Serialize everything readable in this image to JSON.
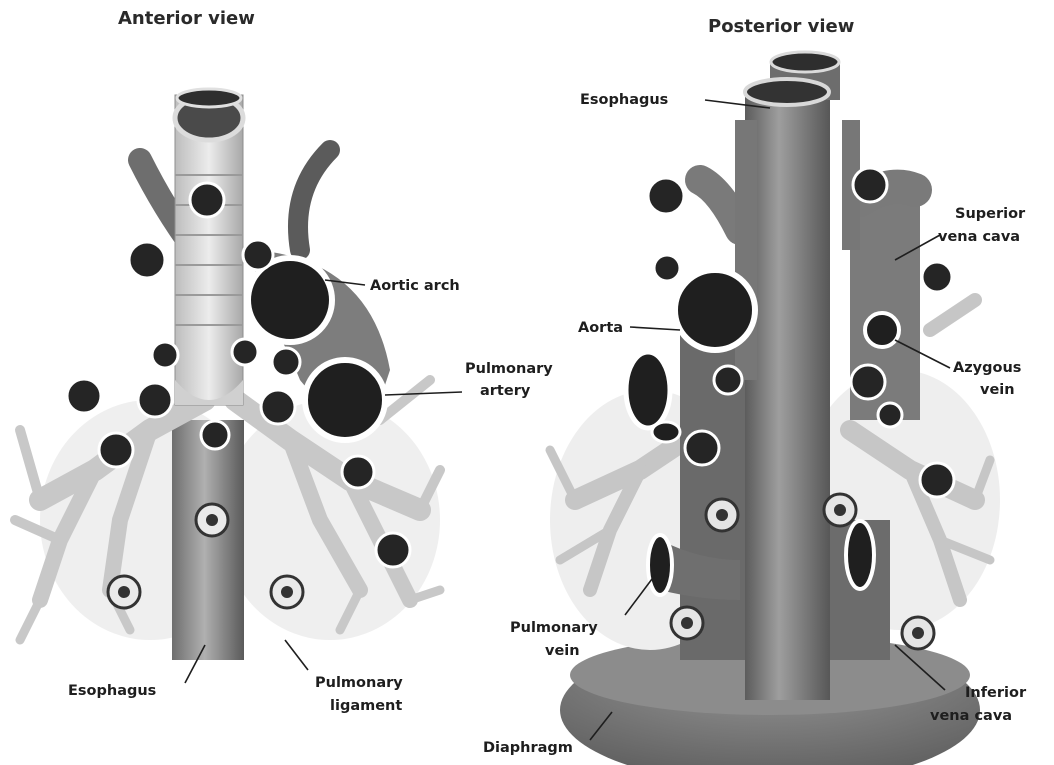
{
  "titles": {
    "anterior": "Anterior view",
    "posterior": "Posterior view"
  },
  "anterior_labels": {
    "aortic_arch": "Aortic arch",
    "pulmonary_artery_1": "Pulmonary",
    "pulmonary_artery_2": "artery",
    "esophagus": "Esophagus",
    "pulmonary_ligament_1": "Pulmonary",
    "pulmonary_ligament_2": "ligament"
  },
  "posterior_labels": {
    "esophagus": "Esophagus",
    "superior_vena_cava_1": "Superior",
    "superior_vena_cava_2": "vena cava",
    "aorta": "Aorta",
    "azygous_vein_1": "Azygous",
    "azygous_vein_2": "vein",
    "pulmonary_vein_1": "Pulmonary",
    "pulmonary_vein_2": "vein",
    "inferior_vena_cava_1": "Inferior",
    "inferior_vena_cava_2": "vena cava",
    "diaphragm": "Diaphragm"
  },
  "colors": {
    "trachea": "#d4d4d4",
    "esophagus": "#8a8a8a",
    "vessel_dark": "#2a2a2a",
    "bronchi": "#cfcfcf",
    "diaphragm": "#7a7a7a"
  }
}
